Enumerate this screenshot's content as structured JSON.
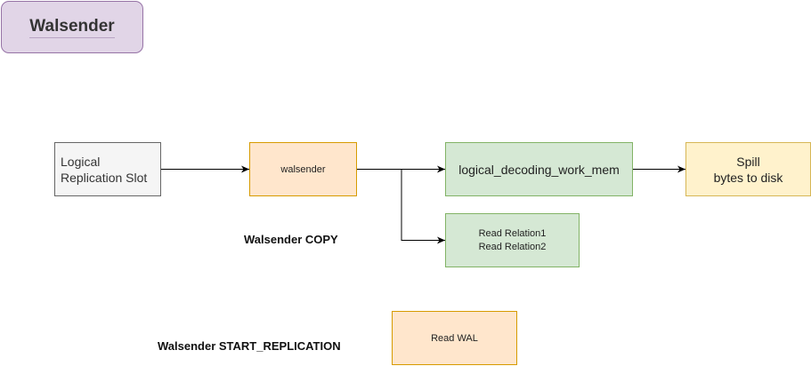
{
  "title": "Walsender",
  "nodes": {
    "slot": {
      "line1": "Logical",
      "line2": "Replication Slot"
    },
    "walsender": "walsender",
    "work_mem": "logical_decoding_work_mem",
    "spill": {
      "line1": "Spill",
      "line2": "bytes to disk"
    },
    "read_relations": {
      "line1": "Read Relation1",
      "line2": "Read Relation2"
    },
    "read_wal": "Read WAL"
  },
  "labels": {
    "copy": "Walsender COPY",
    "start_replication": "Walsender START_REPLICATION"
  },
  "colors": {
    "title_fill": "#e1d5e7",
    "title_stroke": "#9673a6",
    "gray_fill": "#f5f5f5",
    "orange_fill": "#ffe6cc",
    "orange_stroke": "#d79b00",
    "green_fill": "#d5e8d4",
    "green_stroke": "#82b366",
    "yellow_fill": "#fff2cc",
    "yellow_stroke": "#d6b656",
    "edge": "#000000"
  }
}
